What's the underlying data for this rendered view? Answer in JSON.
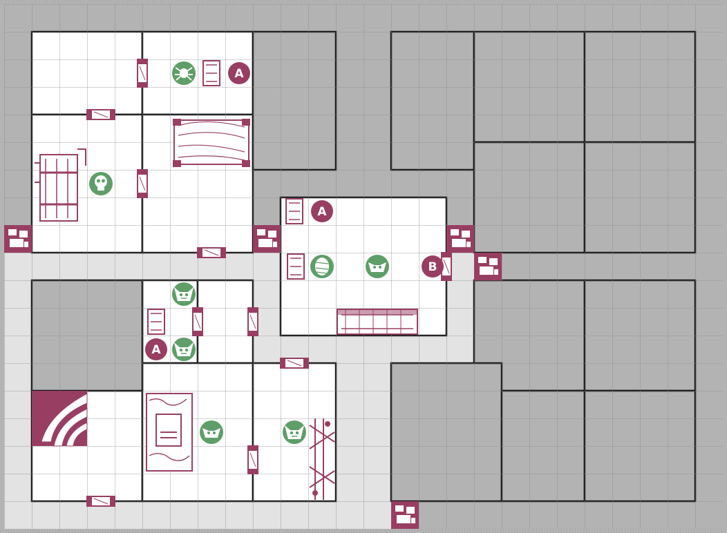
{
  "board": {
    "colors": {
      "blocked": "#b3b3b3",
      "corridor": "#e3e3e3",
      "room": "#ffffff",
      "wall": "#111111",
      "furniture": "#983e62",
      "monster": "#5f9e69"
    }
  },
  "markers": [
    {
      "letter": "A",
      "name": "marker-a-top"
    },
    {
      "letter": "A",
      "name": "marker-a-center"
    },
    {
      "letter": "B",
      "name": "marker-b-center"
    },
    {
      "letter": "A",
      "name": "marker-a-bottom"
    }
  ],
  "monsters": [
    {
      "name": "spider-monster-icon",
      "kind": "giant-spider"
    },
    {
      "name": "skeleton-monster-icon",
      "kind": "skeleton"
    },
    {
      "name": "mummy-monster-icon",
      "kind": "mummy"
    },
    {
      "name": "orc-monster-icon-center",
      "kind": "orc"
    },
    {
      "name": "goblin-monster-icon-top",
      "kind": "goblin"
    },
    {
      "name": "goblin-monster-icon-bottom",
      "kind": "goblin"
    },
    {
      "name": "orc-monster-icon-lower",
      "kind": "orc"
    },
    {
      "name": "goblin-monster-icon-lower",
      "kind": "goblin"
    }
  ],
  "furniture": [
    {
      "name": "table-icon",
      "kind": "table"
    },
    {
      "name": "torture-rack-icon",
      "kind": "rack"
    },
    {
      "name": "fireplace-icon",
      "kind": "fireplace"
    },
    {
      "name": "sorcerer-table-icon",
      "kind": "alchemist-bench"
    },
    {
      "name": "weapon-rack-icon",
      "kind": "weapons-rack"
    },
    {
      "name": "stairs-icon",
      "kind": "stairway"
    }
  ]
}
